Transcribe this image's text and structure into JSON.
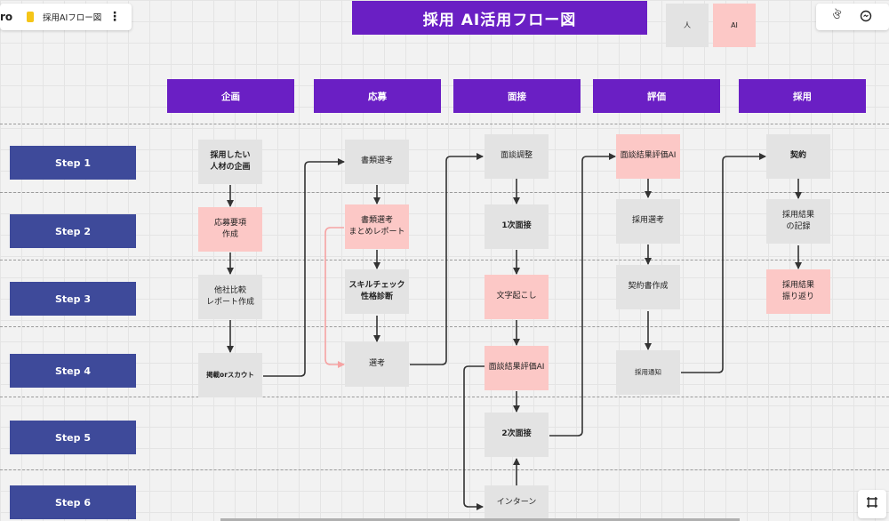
{
  "app": {
    "logo_text": "ro",
    "board_name": "採用AIフロー図",
    "more_glyph": "⋮"
  },
  "toolbar_right": {
    "reactions_glyph": "ঔ",
    "chat_glyph": "◌"
  },
  "title": "採用 AI活用フロー図",
  "legend": {
    "human": "人",
    "ai": "AI"
  },
  "columns": [
    "企画",
    "応募",
    "面接",
    "評価",
    "採用"
  ],
  "steps": [
    "Step 1",
    "Step 2",
    "Step 3",
    "Step 4",
    "Step 5",
    "Step 6"
  ],
  "nodes": {
    "plan1": "採用したい\n人材の企画",
    "plan2": "応募要項\n作成",
    "plan3": "他社比較\nレポート作成",
    "plan4": "掲載orスカウト",
    "app1": "書類選考",
    "app2": "書類選考\nまとめレポート",
    "app3": "スキルチェック\n性格診断",
    "app4": "選考",
    "int1": "面談調整",
    "int2": "1次面接",
    "int3": "文字起こし",
    "int4": "面談結果評価AI",
    "int5": "2次面接",
    "int6": "インターン",
    "eval1": "面談結果評価AI",
    "eval2": "採用選考",
    "eval3": "契約書作成",
    "eval4": "採用通知",
    "hire1": "契約",
    "hire2": "採用結果\nの記録",
    "hire3": "採用結果\n振り返り"
  },
  "colors": {
    "purple": "#6a1fc4",
    "step_blue": "#3e4a9a",
    "human_node": "#e3e3e3",
    "ai_node": "#fcc8c6",
    "arrow": "#333333",
    "ai_link": "#f6a3a3"
  },
  "icons": {
    "frame": "frame-icon"
  }
}
